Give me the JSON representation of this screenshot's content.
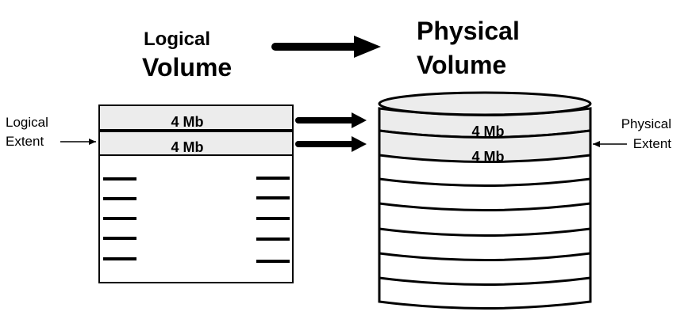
{
  "logical": {
    "title_line1": "Logical",
    "title_line2": "Volume",
    "extent_label_line1": "Logical",
    "extent_label_line2": "Extent",
    "extents": [
      "4 Mb",
      "4 Mb"
    ]
  },
  "physical": {
    "title_line1": "Physical",
    "title_line2": "Volume",
    "extent_label_line1": "Physical",
    "extent_label_line2": "Extent",
    "extents": [
      "4 Mb",
      "4 Mb"
    ]
  },
  "colors": {
    "extent_fill": "#ececec",
    "stroke": "#000000",
    "background": "#ffffff"
  },
  "icons": {
    "main_arrow": "arrow-right-icon",
    "mapping_arrows": "arrow-right-icon"
  }
}
